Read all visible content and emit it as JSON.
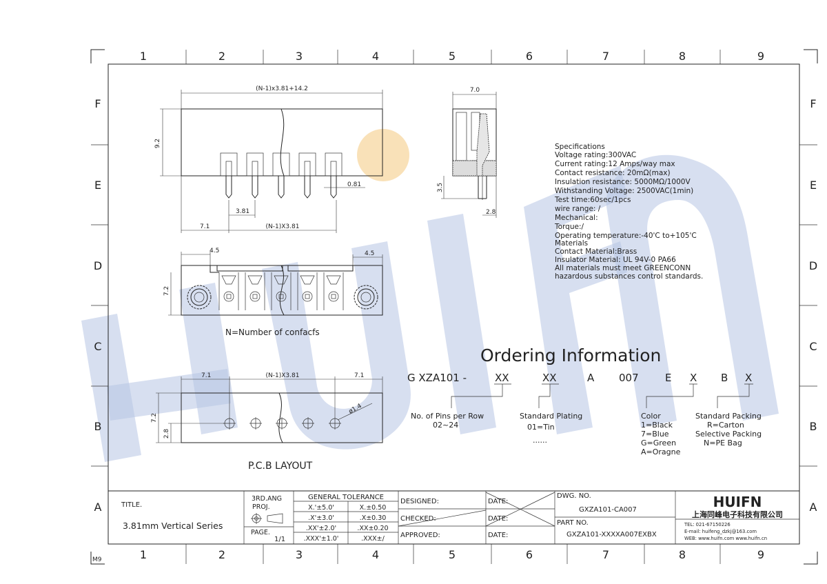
{
  "grid": {
    "columns": [
      "1",
      "2",
      "3",
      "4",
      "5",
      "6",
      "7",
      "8",
      "9"
    ],
    "rows": [
      "F",
      "E",
      "D",
      "C",
      "B",
      "A"
    ],
    "sheet_code": "M9"
  },
  "watermark": {
    "text": "HUIFN"
  },
  "side_view": {
    "overall_dim": "(N-1)x3.81+14.2",
    "height_dim": "9.2",
    "pin_width_dim": "0.81",
    "pitch_dim": "3.81",
    "left_offset_dim": "7.1",
    "span_dim": "(N-1)X3.81"
  },
  "end_view": {
    "width_dim": "7.0",
    "pin_length_dim": "3.5",
    "pin_offset_dim": "2.8"
  },
  "top_view": {
    "left_dim": "4.5",
    "right_dim": "4.5",
    "depth_dim": "7.2",
    "note": "N=Number of confacfs"
  },
  "pcb_layout": {
    "left_dim": "7.1",
    "span_dim": "(N-1)X3.81",
    "right_dim": "7.1",
    "height_dim": "7.2",
    "row_dim": "2.8",
    "hole_dim": "ø1.4",
    "label": "P.C.B LAYOUT"
  },
  "specifications": [
    "Specifications",
    "Voltage rating:300VAC",
    "Current rating:12 Amps/way max",
    "Contact resistance: 20mΩ(max)",
    "Insulation resistance: 5000MΩ/1000V",
    "Withstanding Voltage: 2500VAC(1min)",
    "Test time:60sec/1pcs",
    "wire range: /",
    "Mechanical:",
    "Torque:/",
    "Operating temperature:-40'C to+105'C",
    "Materials",
    "Contact Material:Brass",
    "Insulator Material: UL 94V-0 PA66",
    "All materials must meet GREENCONN",
    "hazardous substances control standards."
  ],
  "ordering": {
    "title": "Ordering Information",
    "code": {
      "prefix": "G XZA101 -",
      "pins": "XX",
      "plating": "XX",
      "a": "A",
      "num": "007",
      "e": "E",
      "color": "X",
      "b": "B",
      "packing": "X"
    },
    "pins_label": [
      "No. of Pins per Row",
      "02~24"
    ],
    "plating_label": [
      "Standard Plating",
      "01=Tin",
      "......"
    ],
    "color_label": [
      "Color",
      "1=Black",
      "7=Blue",
      "G=Green",
      "A=Oragne"
    ],
    "packing_label": [
      "Standard Packing",
      "R=Carton",
      "Selective Packing",
      "N=PE Bag"
    ]
  },
  "title_block": {
    "title_label": "TITLE.",
    "title_value": "3.81mm Vertical Series",
    "proj": [
      "3RD.ANG",
      "PROJ."
    ],
    "page_label": "PAGE.",
    "page_value": "1/1",
    "tolerance_header": "GENERAL TOLERANCE",
    "tolerances": [
      [
        "X.'±5.0'",
        "X.±0.50"
      ],
      [
        ".X'±3.0'",
        ".X±0.30"
      ],
      [
        ".XX'±2.0'",
        ".XX±0.20"
      ],
      [
        ".XXX'±1.0'",
        ".XXX±/"
      ]
    ],
    "designed": "DESIGNED:",
    "checked": "CHECKED:",
    "approved": "APPROVED:",
    "date": "DATE:",
    "dwg_label": "DWG. NO.",
    "dwg_value": "GXZA101-CA007",
    "part_label": "PART NO.",
    "part_value": "GXZA101-XXXXA007EXBX",
    "company_logo": "HUIFN",
    "company_name": "上海同峰电子科技有限公司",
    "tel": "TEL: 021-67150226",
    "email": "E-mail: huifeng_dzkj@163.com",
    "web": "WEB: www.huifn.com  www.huifn.cn"
  }
}
